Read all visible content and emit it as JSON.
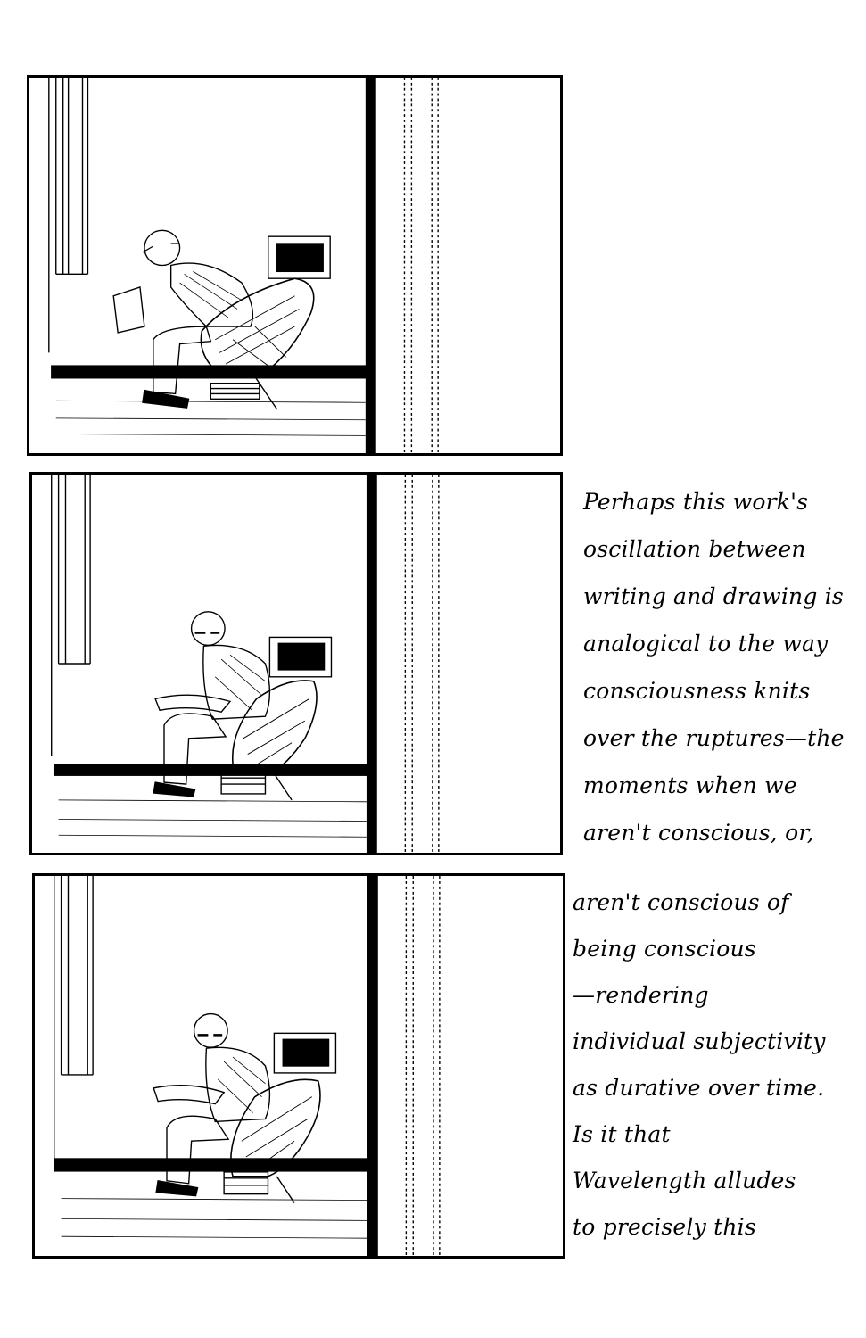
{
  "panels": [
    {
      "id": "panel-1",
      "scene": "man-reading-in-armchair"
    },
    {
      "id": "panel-2",
      "scene": "man-reading-in-armchair"
    },
    {
      "id": "panel-3",
      "scene": "man-reading-in-armchair"
    }
  ],
  "caption_top": {
    "lines": [
      "Perhaps this work's",
      "oscillation between",
      "writing and drawing is",
      "analogical to the way",
      "consciousness knits",
      "over the ruptures—the",
      "moments when we",
      "aren't conscious, or,"
    ]
  },
  "caption_bottom": {
    "lines": [
      "aren't conscious of",
      "being conscious",
      "—rendering",
      "individual subjectivity",
      "as durative over time.",
      "Is it that",
      "Wavelength alludes",
      "to precisely this"
    ]
  },
  "colors": {
    "ink": "#000000",
    "paper": "#ffffff"
  }
}
